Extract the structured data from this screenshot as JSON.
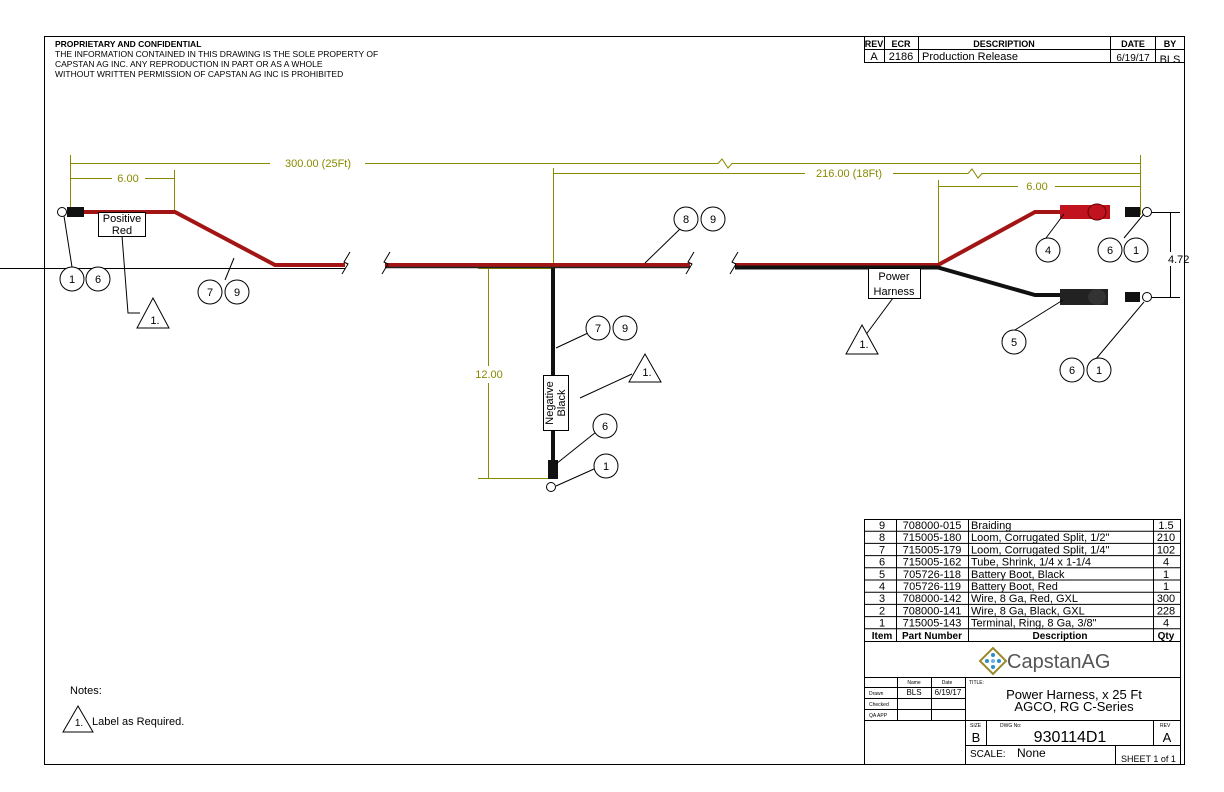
{
  "confidential": {
    "heading": "PROPRIETARY AND CONFIDENTIAL",
    "lines": [
      "THE INFORMATION CONTAINED IN THIS DRAWING IS THE SOLE PROPERTY OF",
      "CAPSTAN AG INC. ANY REPRODUCTION IN PART OR AS A WHOLE",
      "WITHOUT WRITTEN PERMISSION OF CAPSTAN AG INC IS PROHIBITED"
    ]
  },
  "revisions": {
    "headers": [
      "REV",
      "ECR",
      "DESCRIPTION",
      "DATE",
      "BY"
    ],
    "rows": [
      [
        "A",
        "2186",
        "Production Release",
        "6/19/17",
        "BLS"
      ]
    ]
  },
  "dimensions": {
    "overall": "300.00 (25Ft)",
    "left_end": "6.00",
    "branch": "216.00 (18Ft)",
    "right_end": "6.00",
    "drop": "12.00",
    "spread": "4.72"
  },
  "labels": {
    "positive": [
      "Positive",
      "Red"
    ],
    "negative": [
      "Negative",
      "Black"
    ],
    "power": [
      "Power",
      "Harness"
    ]
  },
  "balloons": {
    "b1": "1",
    "b6": "6",
    "b7": "7",
    "b9": "9",
    "b8": "8",
    "b4": "4",
    "b5": "5"
  },
  "flag_note": "1.",
  "colors": {
    "red_wire": "#a31515",
    "black_wire": "#111111",
    "dimension": "#8a8a00"
  },
  "bom": {
    "headers": [
      "Item",
      "Part Number",
      "Description",
      "Qty"
    ],
    "rows": [
      [
        "9",
        "708000-015",
        "Braiding",
        "1.5"
      ],
      [
        "8",
        "715005-180",
        "Loom, Corrugated Split, 1/2\"",
        "210"
      ],
      [
        "7",
        "715005-179",
        "Loom, Corrugated Split, 1/4\"",
        "102"
      ],
      [
        "6",
        "715005-162",
        "Tube, Shrink, 1/4 x 1-1/4",
        "4"
      ],
      [
        "5",
        "705726-118",
        "Battery Boot, Black",
        "1"
      ],
      [
        "4",
        "705726-119",
        "Battery Boot, Red",
        "1"
      ],
      [
        "3",
        "708000-142",
        "Wire, 8 Ga, Red, GXL",
        "300"
      ],
      [
        "2",
        "708000-141",
        "Wire, 8 Ga, Black, GXL",
        "228"
      ],
      [
        "1",
        "715005-143",
        "Terminal, Ring, 8 Ga, 3/8\"",
        "4"
      ]
    ]
  },
  "logo": "CapstanAG",
  "title_block": {
    "name_label": "Name",
    "date_label": "Date",
    "drawn_label": "Drawn",
    "drawn_name": "BLS",
    "drawn_date": "6/19/17",
    "checked_label": "Checked",
    "qa_label": "QA APP",
    "title_label": "TITLE:",
    "title_lines": [
      "Power Harness, x 25 Ft",
      "AGCO, RG C-Series"
    ],
    "size_label": "SIZE",
    "size": "B",
    "dwg_label": "DWG No:",
    "dwg_no": "930114D1",
    "rev_label": "REV",
    "rev": "A",
    "scale_label": "SCALE:",
    "scale": "None",
    "sheet": "SHEET 1 of 1"
  },
  "notes": {
    "heading": "Notes:",
    "items": [
      "Label as Required."
    ]
  }
}
